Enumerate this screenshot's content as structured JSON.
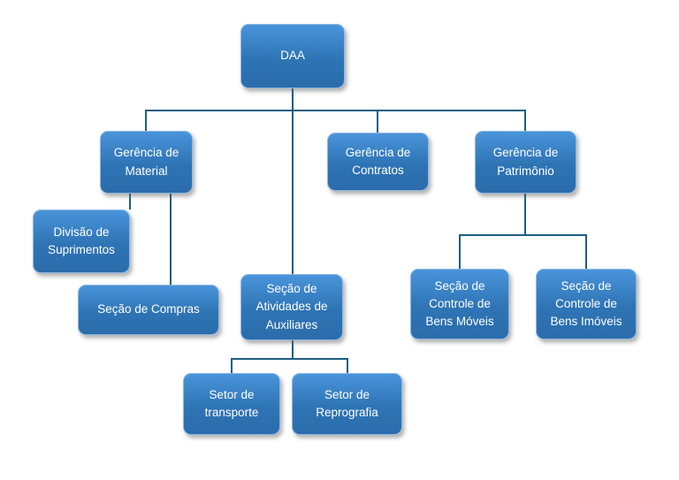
{
  "diagram": {
    "type": "org-chart",
    "colors": {
      "box_fill_top": "#4a94da",
      "box_fill_bottom": "#2b6cab",
      "box_border": "#8db9e2",
      "connector": "#1c5e83",
      "text": "#ffffff",
      "background": "#ffffff"
    },
    "nodes": {
      "daa": {
        "label": "DAA"
      },
      "gerencia_material": {
        "label": "Gerência de Material"
      },
      "gerencia_contratos": {
        "label": "Gerência de Contratos"
      },
      "gerencia_patrimonio": {
        "label": "Gerência de Patrimônio"
      },
      "divisao_suprimentos": {
        "label": "Divisão de Suprimentos"
      },
      "secao_compras": {
        "label": "Seção de Compras"
      },
      "secao_atividades": {
        "label": "Seção  de Atividades de Auxiliares"
      },
      "secao_bens_moveis": {
        "label": "Seção  de Controle de Bens Móveis"
      },
      "secao_bens_imoveis": {
        "label": "Seção  de Controle de Bens Imóveis"
      },
      "setor_transporte": {
        "label": "Setor de transporte"
      },
      "setor_reprografia": {
        "label": "Setor de Reprografia"
      }
    },
    "edges": [
      {
        "from": "DAA",
        "to": "Gerência de Material"
      },
      {
        "from": "DAA",
        "to": "Gerência de Contratos"
      },
      {
        "from": "DAA",
        "to": "Gerência de Patrimônio"
      },
      {
        "from": "DAA",
        "to": "Seção de Atividades de Auxiliares"
      },
      {
        "from": "Gerência de Material",
        "to": "Divisão de Suprimentos"
      },
      {
        "from": "Gerência de Material",
        "to": "Seção de Compras"
      },
      {
        "from": "Gerência de Patrimônio",
        "to": "Seção de Controle de Bens Móveis"
      },
      {
        "from": "Gerência de Patrimônio",
        "to": "Seção de Controle de Bens Imóveis"
      },
      {
        "from": "Seção de Atividades de Auxiliares",
        "to": "Setor de transporte"
      },
      {
        "from": "Seção de Atividades de Auxiliares",
        "to": "Setor de Reprografia"
      }
    ]
  }
}
